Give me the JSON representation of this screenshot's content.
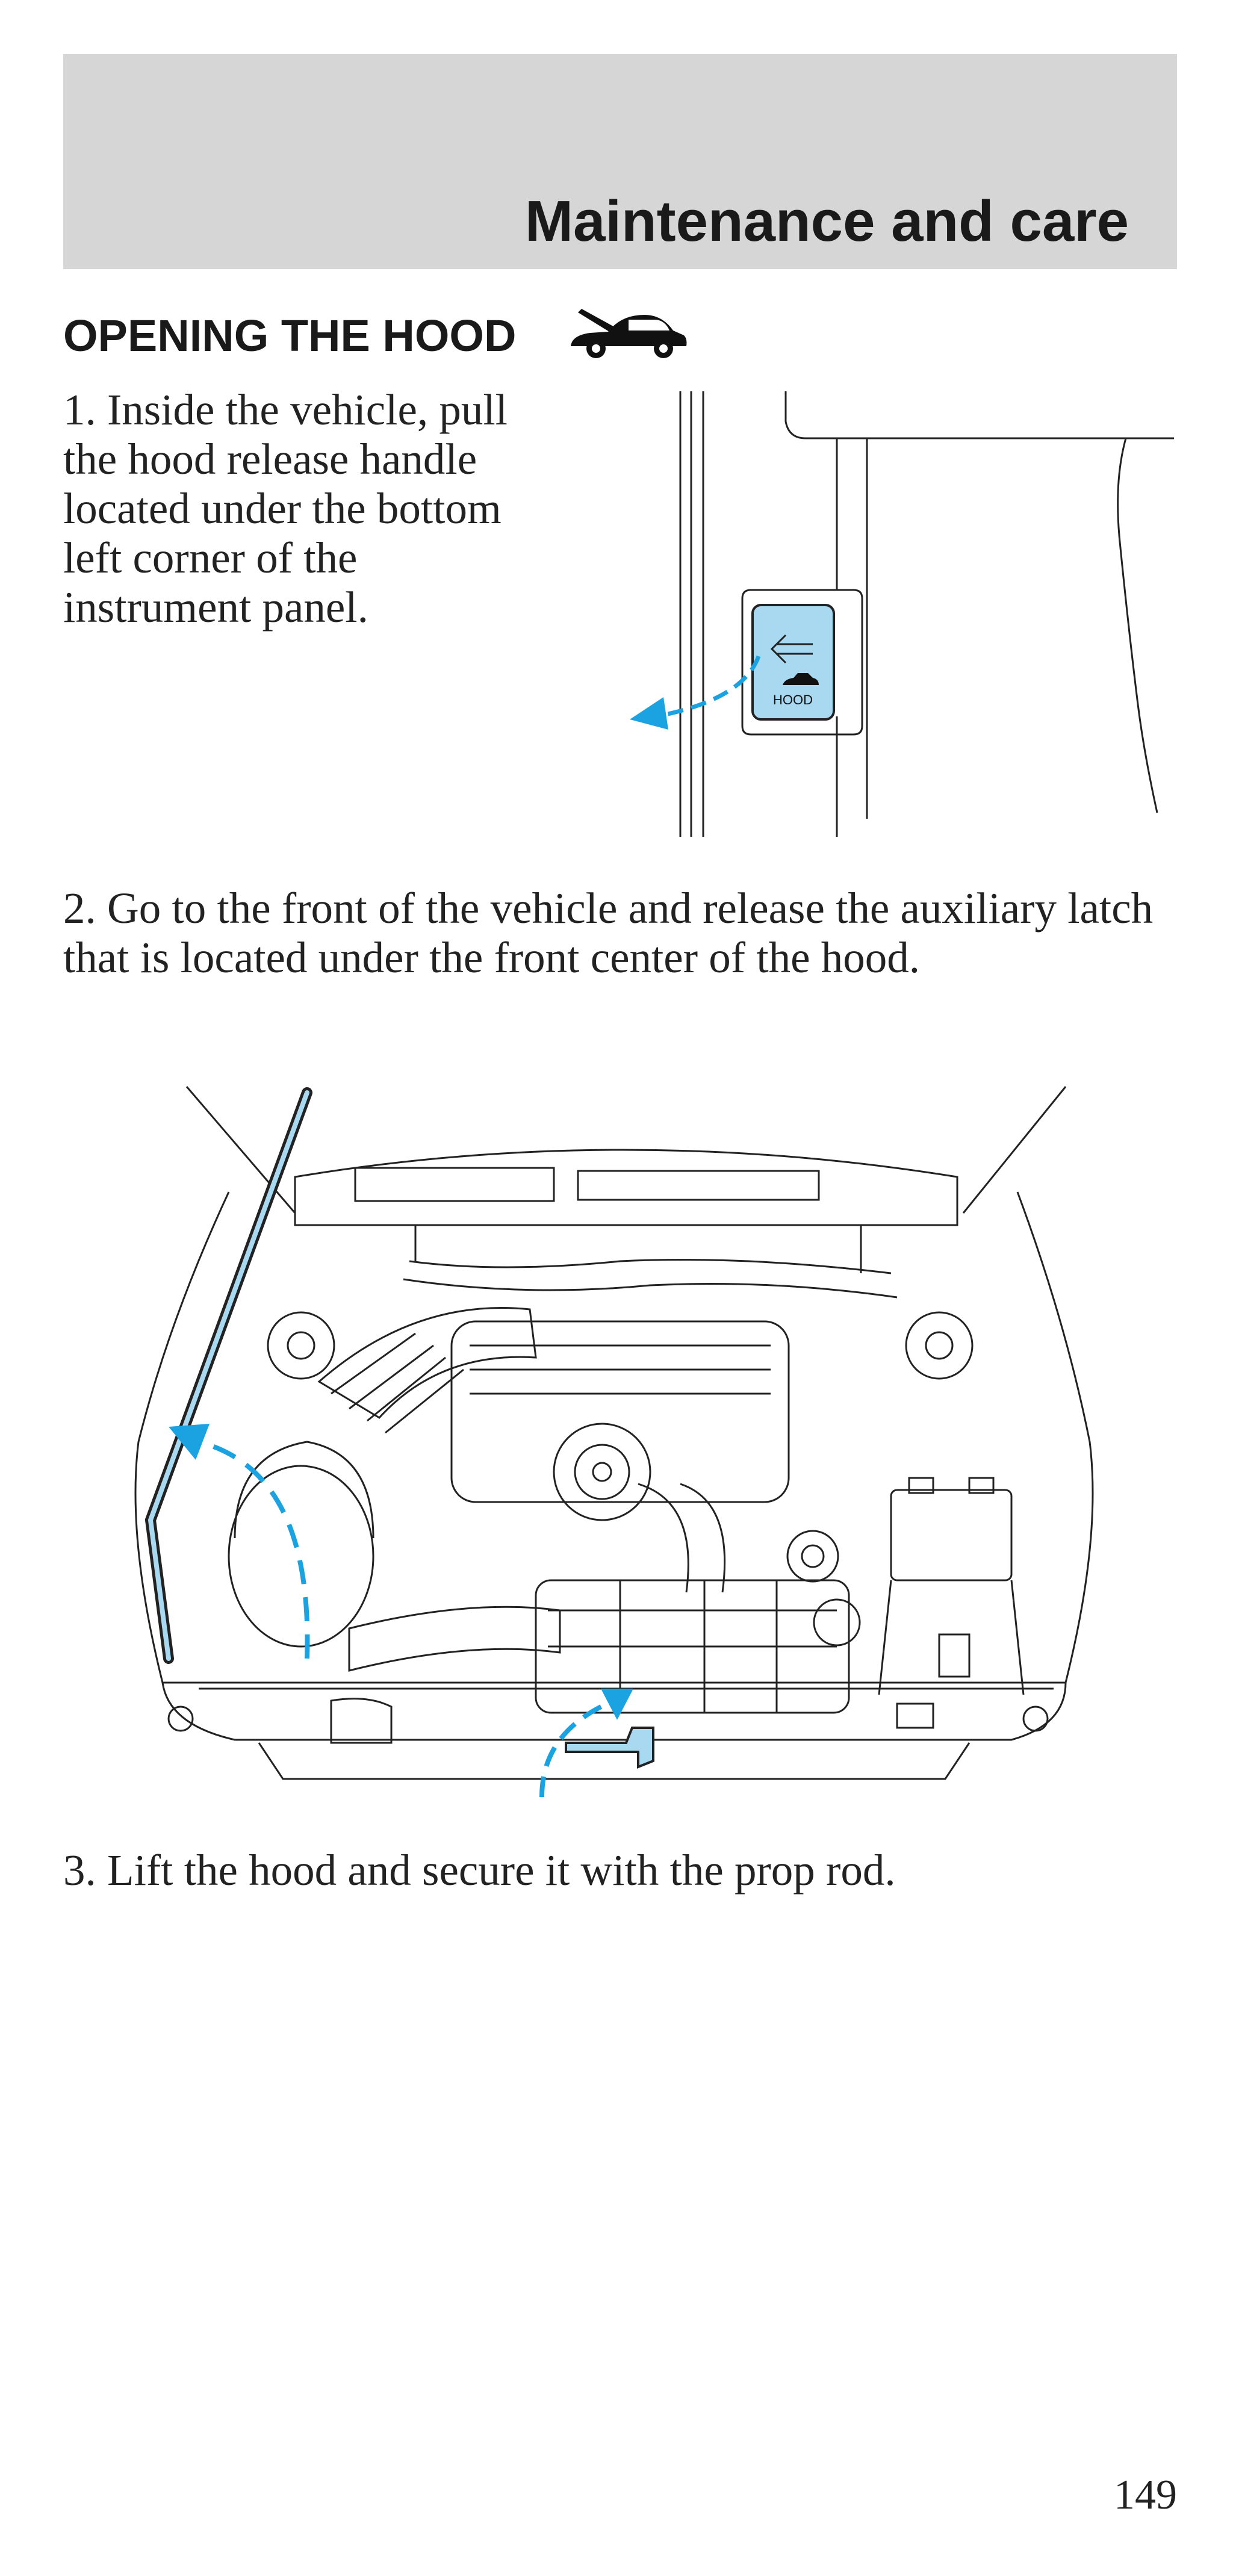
{
  "header": {
    "title": "Maintenance and care"
  },
  "section": {
    "title": "OPENING THE HOOD",
    "icon": "car-hood-open-icon"
  },
  "steps": [
    {
      "text": "1. Inside the vehicle, pull the hood release handle located under the bottom left corner of the instrument panel."
    },
    {
      "text": "2. Go to the front of the vehicle and release the auxiliary latch that is located under the front center of the hood."
    },
    {
      "text": "3. Lift the hood and secure it with the prop rod."
    }
  ],
  "figure1": {
    "handle_label": "HOOD"
  },
  "colors": {
    "accent": "#1aa3e0",
    "header_bg": "#d6d6d6",
    "handle_fill": "#a9d8f1"
  },
  "page_number": "149"
}
